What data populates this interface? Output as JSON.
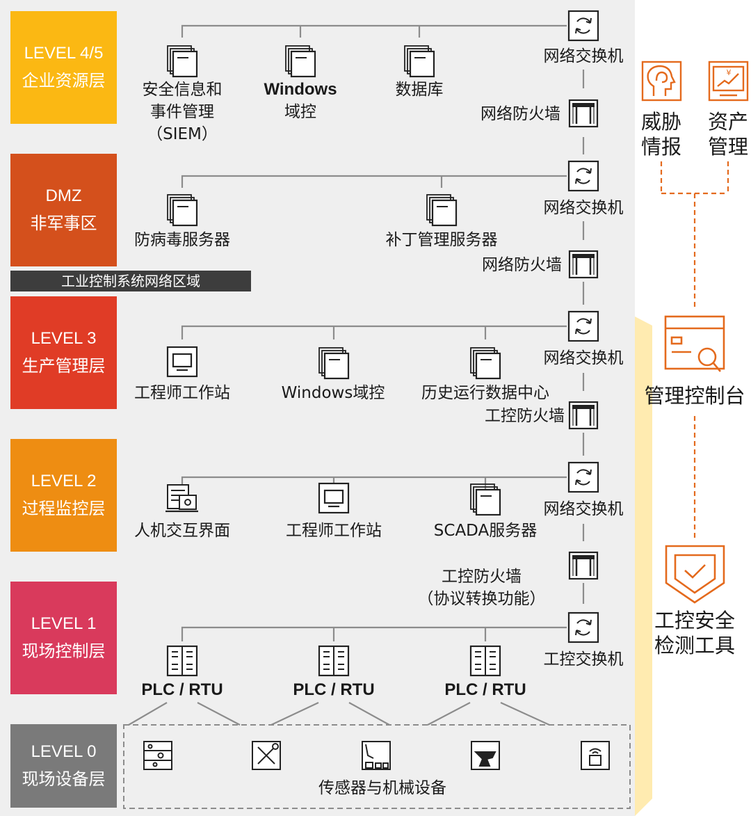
{
  "colors": {
    "level45": "#FBB813",
    "dmz": "#D4501C",
    "level3": "#E03C26",
    "level2": "#EE8D12",
    "level1": "#D93A5C",
    "level0": "#7A7A7A",
    "zone_banner": "#3D3D3D",
    "security_orange": "#E46A1D",
    "beam": "#FFEBB0",
    "line": "#8C8C8C"
  },
  "levels": [
    {
      "line1": "LEVEL 4/5",
      "line2": "企业资源层"
    },
    {
      "line1": "DMZ",
      "line2": "非军事区"
    },
    {
      "line1": "LEVEL 3",
      "line2": "生产管理层"
    },
    {
      "line1": "LEVEL 2",
      "line2": "过程监控层"
    },
    {
      "line1": "LEVEL 1",
      "line2": "现场控制层"
    },
    {
      "line1": "LEVEL 0",
      "line2": "现场设备层"
    }
  ],
  "zone_banner": "工业控制系统网络区域",
  "level45": {
    "siem": [
      "安全信息和",
      "事件管理",
      "（SIEM）"
    ],
    "windows": [
      "Windows",
      "域控"
    ],
    "database": "数据库",
    "switch": "网络交换机",
    "firewall": "网络防火墙"
  },
  "dmz": {
    "antivirus": "防病毒服务器",
    "patch": "补丁管理服务器",
    "switch": "网络交换机",
    "firewall": "网络防火墙"
  },
  "level3": {
    "workstation": "工程师工作站",
    "windows": "Windows域控",
    "historian": "历史运行数据中心",
    "switch": "网络交换机",
    "firewall": "工控防火墙"
  },
  "level2": {
    "hmi": "人机交互界面",
    "workstation": "工程师工作站",
    "scada": "SCADA服务器",
    "switch": "网络交换机",
    "firewall": [
      "工控防火墙",
      "（协议转换功能）"
    ]
  },
  "level1": {
    "plc": [
      "PLC / RTU",
      "PLC / RTU",
      "PLC / RTU"
    ],
    "switch": "工控交换机"
  },
  "level0": {
    "devices": "传感器与机械设备",
    "icons": [
      "control-panel-icon",
      "tools-icon",
      "robot-arm-icon",
      "anvil-icon",
      "wireless-sensor-icon"
    ]
  },
  "security": {
    "threat_intel": [
      "威胁",
      "情报"
    ],
    "asset_mgmt": [
      "资产",
      "管理"
    ],
    "console": "管理控制台",
    "detector": [
      "工控安全",
      "检测工具"
    ]
  }
}
